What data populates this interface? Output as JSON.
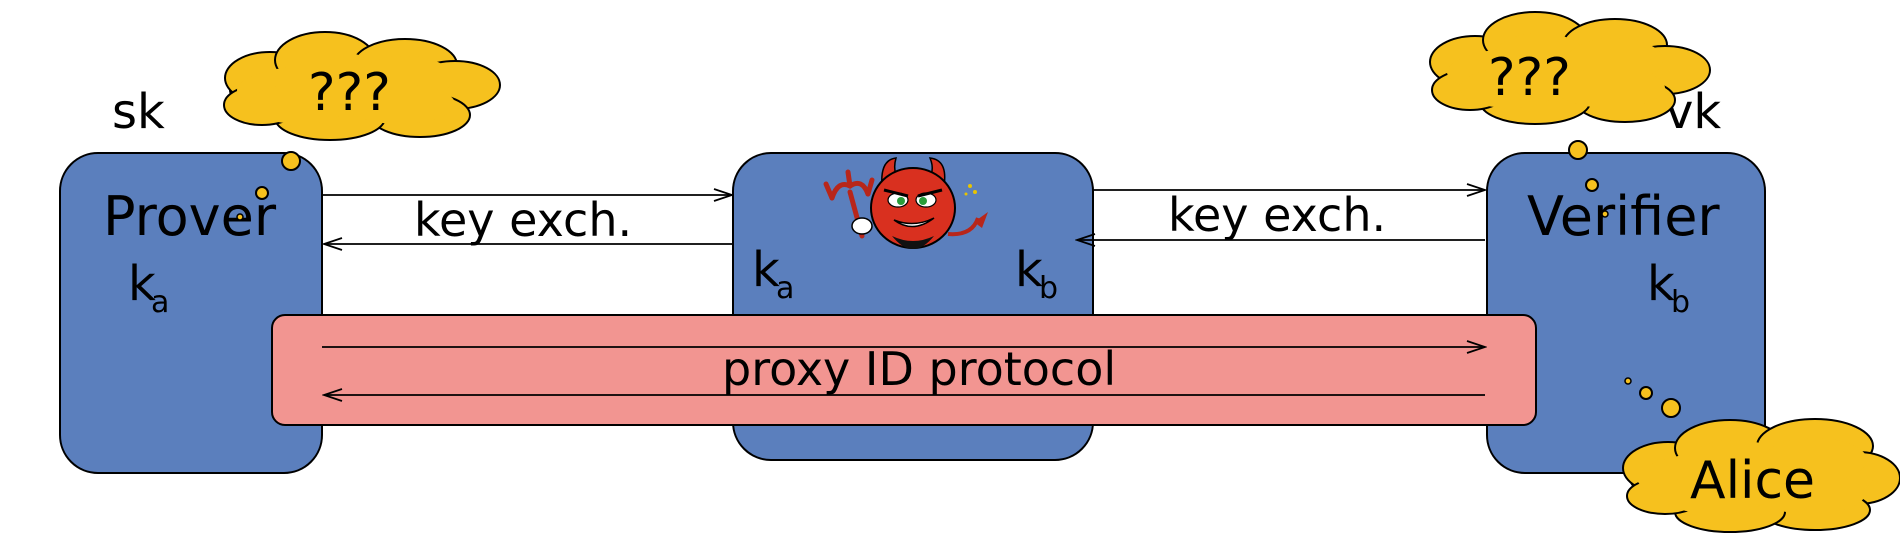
{
  "labels": {
    "sk": "sk",
    "vk": "vk",
    "prover": "Prover",
    "verifier": "Verifier",
    "key_exchange_left": "key exch.",
    "key_exchange_right": "key exch.",
    "proxy": "proxy ID protocol",
    "thought_prover": "???",
    "thought_verifier": "???",
    "thought_alice": "Alice"
  },
  "keys": {
    "prover_key": {
      "base": "k",
      "sub": "a"
    },
    "verifier_key": {
      "base": "k",
      "sub": "b"
    },
    "mitm_key_left": {
      "base": "k",
      "sub": "a"
    },
    "mitm_key_right": {
      "base": "k",
      "sub": "b"
    }
  },
  "colors": {
    "party_box": "#5b7fbd",
    "proxy_band": "#f29591",
    "thought_bubble": "#f6c11e",
    "devil": "#d9301f",
    "outline": "#000000"
  },
  "icons": {
    "adversary": "devil-icon",
    "thoughts": "thought-cloud-icon"
  }
}
